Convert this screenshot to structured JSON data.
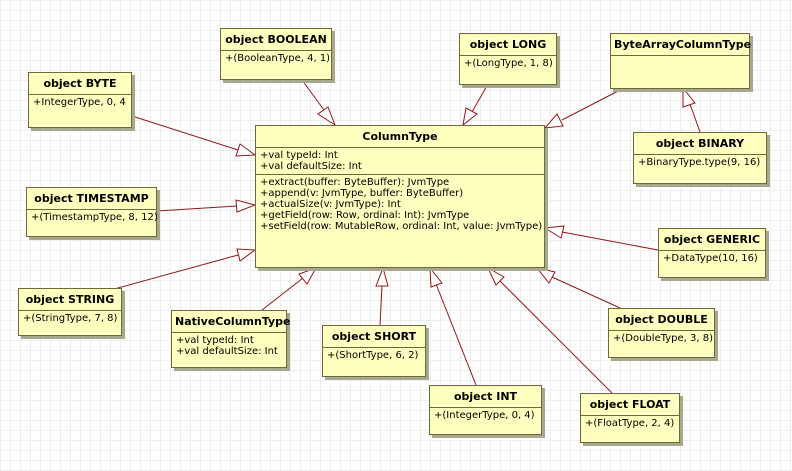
{
  "classes": {
    "column_type": {
      "name": "ColumnType",
      "attributes": [
        "+val typeId: Int",
        "+val defaultSize: Int"
      ],
      "operations": [
        "+extract(buffer: ByteBuffer): JvmType",
        "+append(v: JvmType, buffer: ByteBuffer)",
        "+actualSize(v: JvmType): Int",
        "+getField(row: Row, ordinal: Int): JvmType",
        "+setField(row: MutableRow, ordinal: Int, value: JvmType)"
      ]
    },
    "byte": {
      "name": "object BYTE",
      "members": [
        "+IntegerType, 0, 4"
      ]
    },
    "boolean": {
      "name": "object BOOLEAN",
      "members": [
        "+(BooleanType, 4, 1)"
      ]
    },
    "long": {
      "name": "object LONG",
      "members": [
        "+(LongType, 1, 8)"
      ]
    },
    "byte_array": {
      "name": "ByteArrayColumnType",
      "members": []
    },
    "binary": {
      "name": "object BINARY",
      "members": [
        "+BinaryType.type(9, 16)"
      ]
    },
    "timestamp": {
      "name": "object TIMESTAMP",
      "members": [
        "+(TimestampType, 8, 12)"
      ]
    },
    "generic": {
      "name": "object GENERIC",
      "members": [
        "+DataType(10, 16)"
      ]
    },
    "string": {
      "name": "object STRING",
      "members": [
        "+(StringType, 7, 8)"
      ]
    },
    "native": {
      "name": "NativeColumnType",
      "members": [
        "+val typeId: Int",
        "+val defaultSize: Int"
      ]
    },
    "short": {
      "name": "object SHORT",
      "members": [
        "+(ShortType, 6, 2)"
      ]
    },
    "double": {
      "name": "object DOUBLE",
      "members": [
        "+(DoubleType, 3, 8)"
      ]
    },
    "int": {
      "name": "object INT",
      "members": [
        "+(IntegerType, 0, 4)"
      ]
    },
    "float": {
      "name": "object FLOAT",
      "members": [
        "+(FloatType, 2, 4)"
      ]
    }
  },
  "colors": {
    "fill": "#ffffc0",
    "border": "#6b6b3a",
    "edge": "#8b1a1a",
    "shadow": "#a8a890"
  }
}
